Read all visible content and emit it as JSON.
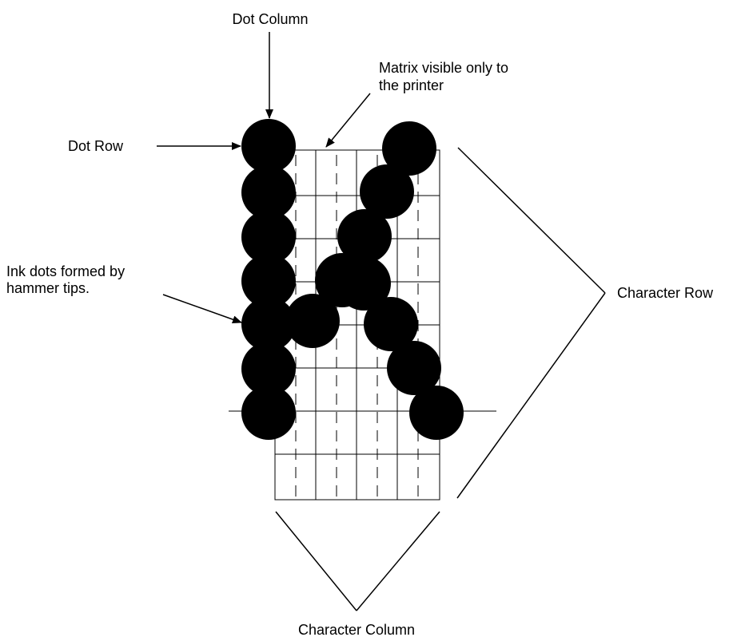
{
  "diagram": {
    "labels": {
      "dot_column": "Dot Column",
      "matrix_line1": "Matrix visible only to",
      "matrix_line2": "the printer",
      "dot_row": "Dot Row",
      "ink_line1": "Ink dots formed by",
      "ink_line2": "hammer tips.",
      "character_row": "Character Row",
      "character_column": "Character Column"
    },
    "colors": {
      "ink": "#000000",
      "background": "#ffffff"
    },
    "matrix": {
      "columns": 8,
      "rows": 9,
      "character": "K"
    }
  }
}
